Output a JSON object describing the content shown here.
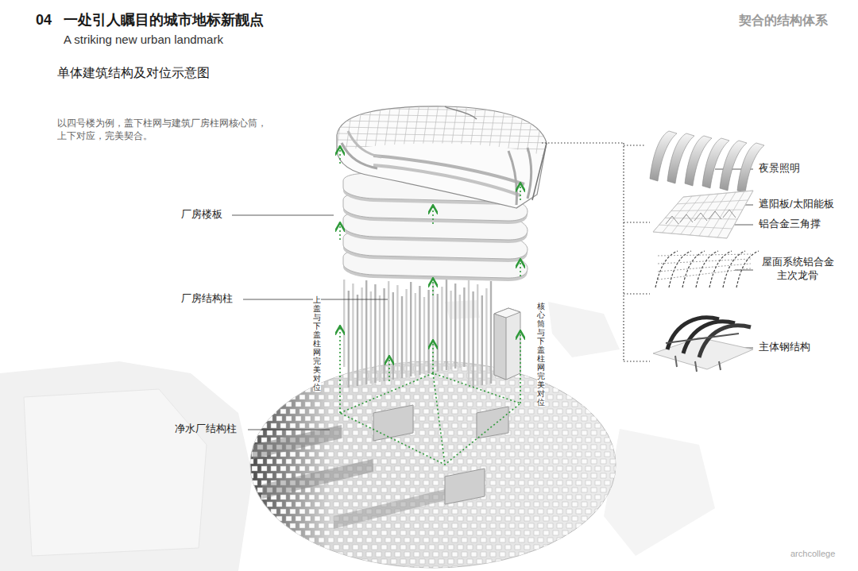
{
  "diagram": {
    "title": "一处引人瞩目的城市地标新靓点",
    "labels": [
      "04",
      "A striking new urban landmark",
      "契合的结构体系",
      "单体建筑结构及对位示意图",
      "以四号楼为例，盖下柱网与建筑厂房柱网核心筒， 上下对应，完美契合。",
      "厂房楼板",
      "厂房结构柱",
      "净水厂结构柱",
      "上盖与下盖柱网完美对位",
      "核心筒与下盖柱网完美对位",
      "夜景照明",
      "遮阳板/太阳能板",
      "铝合金三角撑",
      "屋面系统铝合金 主次龙骨",
      "主体钢结构",
      "archcollege"
    ]
  }
}
